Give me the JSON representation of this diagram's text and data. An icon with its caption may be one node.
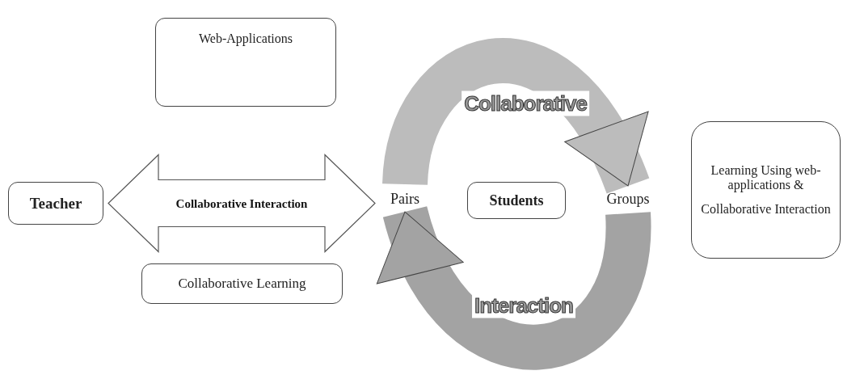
{
  "diagram": {
    "nodes": [
      {
        "text": [
          "Web-Applications"
        ]
      },
      {
        "text": [
          "Teacher"
        ]
      },
      {
        "text": [
          "Collaborative Learning"
        ]
      },
      {
        "text": [
          "Pairs"
        ]
      },
      {
        "text": [
          "Students"
        ]
      },
      {
        "text": [
          "Groups"
        ]
      },
      {
        "text": [
          "Learning Using web-applications &",
          "Collaborative Interaction"
        ]
      }
    ],
    "edges": [
      {
        "from": 1,
        "to": 3,
        "arrow": "both",
        "label": "Collaborative Interaction",
        "style": "thick"
      },
      {
        "from": 3,
        "to": 5,
        "arrow": "to",
        "label": "Collaborative"
      },
      {
        "from": 5,
        "to": 3,
        "arrow": "to",
        "label": "Interaction"
      }
    ]
  }
}
